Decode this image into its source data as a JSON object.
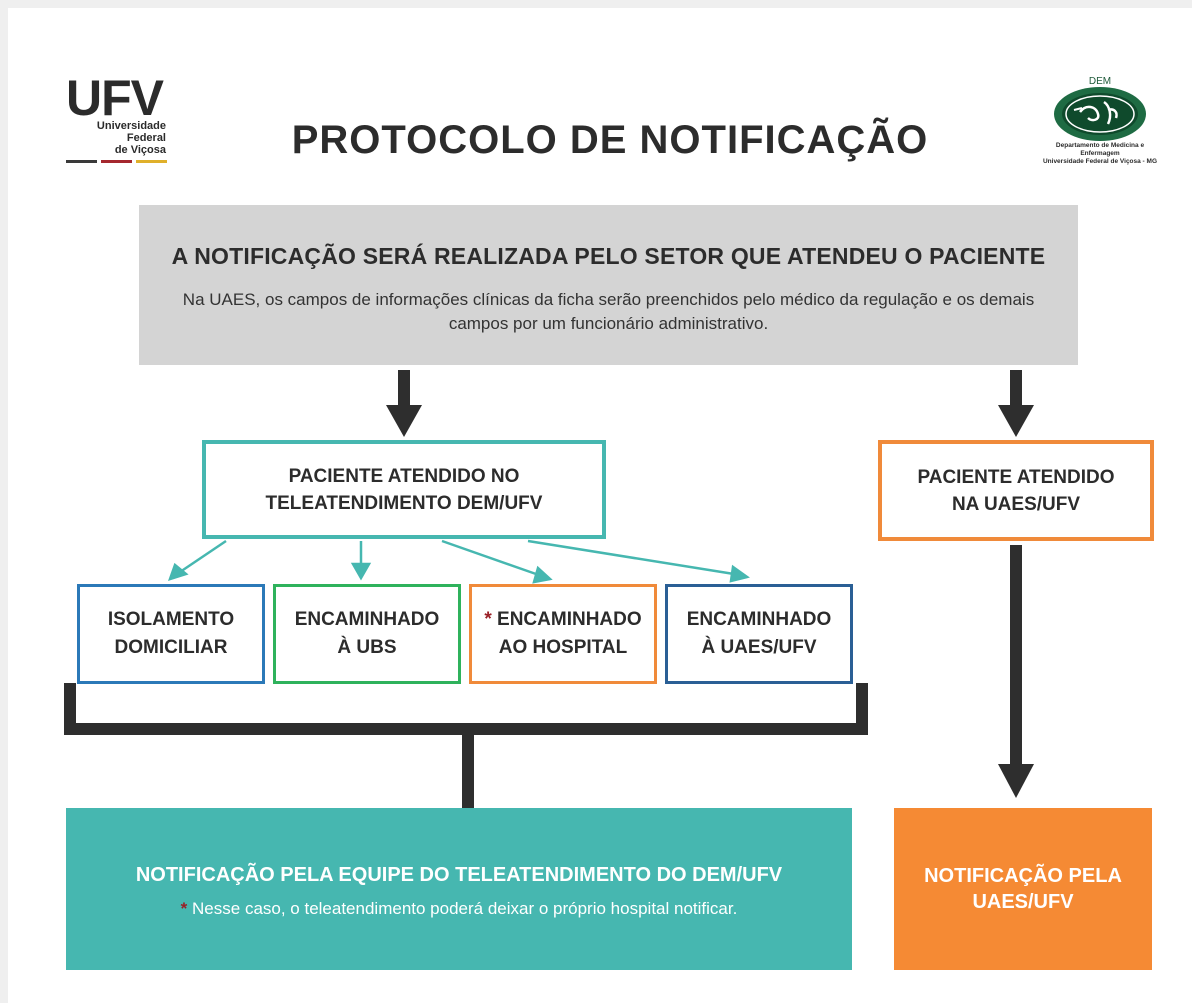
{
  "header": {
    "ufv_logo": {
      "mark": "UFV",
      "name_line1": "Universidade Federal",
      "name_line2": "de Viçosa",
      "bar_colors": [
        "#3a3a3a",
        "#a5282e",
        "#e0b02a"
      ]
    },
    "title": "PROTOCOLO DE NOTIFICAÇÃO",
    "dem_logo": {
      "label": "DEM",
      "caption_line1": "Departamento de Medicina e Enfermagem",
      "caption_line2": "Universidade Federal de Viçosa - MG"
    }
  },
  "banner": {
    "title": "A NOTIFICAÇÃO SERÁ REALIZADA PELO SETOR QUE ATENDEU O PACIENTE",
    "text": "Na UAES, os campos de informações clínicas da ficha serão preenchidos pelo médico da regulação e os demais campos por um funcionário administrativo."
  },
  "flow": {
    "teleatendimento": {
      "line1": "PACIENTE ATENDIDO NO",
      "line2": "TELEATENDIMENTO DEM/UFV"
    },
    "uaes": {
      "line1": "PACIENTE ATENDIDO",
      "line2": "NA UAES/UFV"
    },
    "outcomes": [
      {
        "line1": "ISOLAMENTO",
        "line2": "DOMICILIAR",
        "marker": ""
      },
      {
        "line1": "ENCAMINHADO",
        "line2": "À UBS",
        "marker": ""
      },
      {
        "line1": "ENCAMINHADO",
        "line2": "AO HOSPITAL",
        "marker": "*"
      },
      {
        "line1": "ENCAMINHADO",
        "line2": "À UAES/UFV",
        "marker": ""
      }
    ]
  },
  "notifications": {
    "teleatendimento": {
      "title": "NOTIFICAÇÃO PELA EQUIPE DO TELEATENDIMENTO DO DEM/UFV",
      "marker": "*",
      "note": "Nesse caso, o teleatendimento poderá deixar o próprio hospital notificar."
    },
    "uaes": {
      "line1": "NOTIFICAÇÃO PELA",
      "line2": "UAES/UFV"
    }
  },
  "colors": {
    "teal": "#46b7b0",
    "orange": "#f58a34",
    "gray_banner": "#d4d4d4",
    "dark_arrow": "#2e2e2e",
    "asterisk": "#9a1f26"
  }
}
